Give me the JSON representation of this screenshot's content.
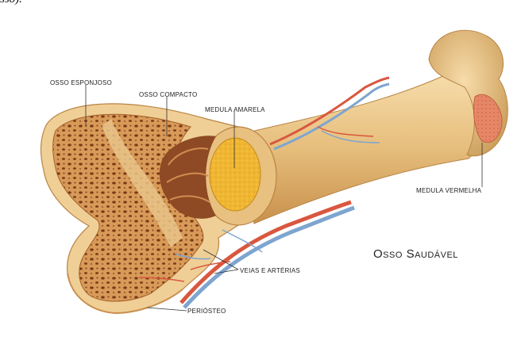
{
  "header": {
    "cut_text": "sso)."
  },
  "diagram": {
    "title": "Osso Saudável",
    "labels": {
      "osso_esponjoso": "OSSO ESPONJOSO",
      "osso_compacto": "OSSO COMPACTO",
      "medula_amarela": "MEDULA AMARELA",
      "medula_vermelha": "MEDULA VERMELHA",
      "veias_arterias": "VEIAS E ARTÉRIAS",
      "periosteo": "PERIÓSTEO"
    }
  },
  "colors": {
    "bone_cortex": "#e9c48a",
    "bone_shadow": "#c99a55",
    "spongy_fill": "#d69452",
    "spongy_pores": "#8a4a20",
    "yellow_marrow": "#f0b632",
    "red_marrow": "#e48466",
    "artery": "#d9573f",
    "vein": "#7ea5cf"
  }
}
